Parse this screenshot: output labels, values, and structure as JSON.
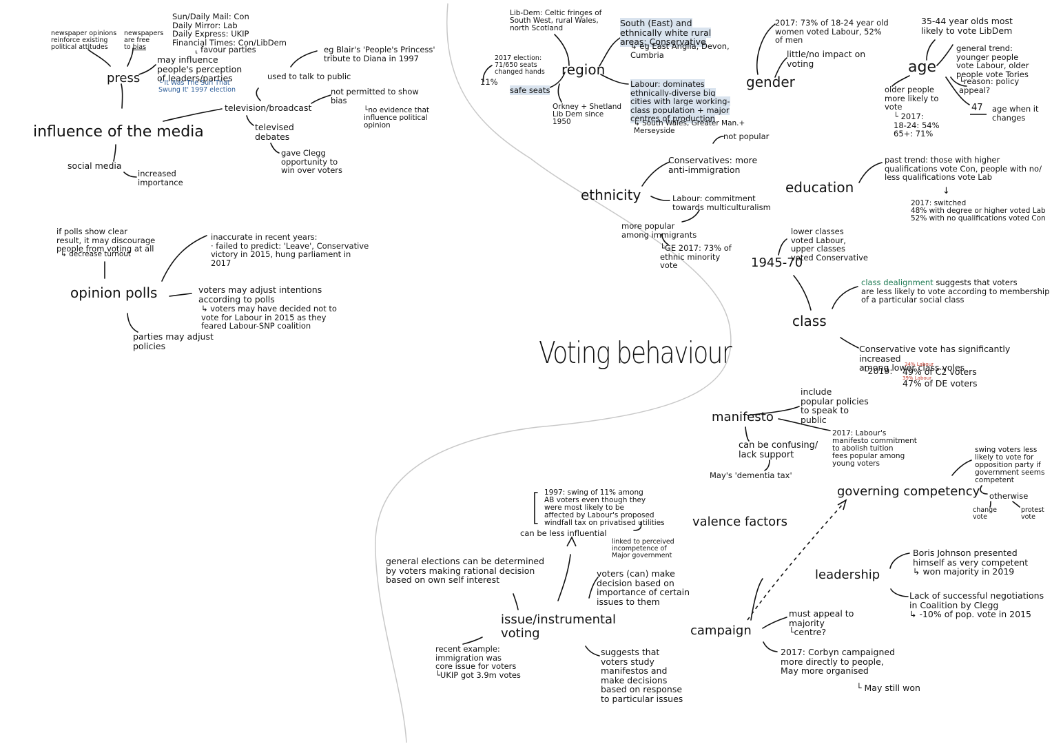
{
  "colors": {
    "ink": "#111111",
    "highlight": "#d9e3ee",
    "quote_blue": "#2f5f9a",
    "dealignment_green": "#1d7a52",
    "annotation_red": "#c0392b",
    "divider_grey": "#c8c8c8"
  },
  "title": "Voting behaviour",
  "media": {
    "heading": "influence of the media",
    "press": "press",
    "newspaper_opinions": "newspaper opinions\nreinforce existing\npolitical attitudes",
    "newspapers_free_1": "newspapers\nare free",
    "newspapers_free_2": "to",
    "newspapers_free_bias": "bias",
    "papers": "Sun/Daily Mail: Con\nDaily Mirror: Lab\nDaily Express: UKIP\nFinancial Times: Con/LibDem",
    "favour": "⸤ favour parties",
    "perception": "may influence\npeople's perception\nof leaders/parties",
    "sun_quote": "└'It Was The Sun That\n   Swung It' 1997 election",
    "television": "television/broadcast",
    "used_to_talk": "used to talk to public",
    "blair": "eg Blair's 'People's Princess'\n      tribute to Diana in 1997",
    "not_permitted": "not permitted to show\n                    bias",
    "no_evidence": "└no evidence that\n  influence political\n  opinion",
    "debates": "televised\ndebates",
    "clegg": "gave Clegg\nopportunity to\nwin over voters",
    "social_media": "social media",
    "increased": "increased\nimportance"
  },
  "polls": {
    "heading": "opinion polls",
    "discourage": "if polls show clear\nresult, it may discourage\npeople from voting at all",
    "turnout": "↳ decrease turnout",
    "inaccurate": "inaccurate in recent years:\n· failed to predict: 'Leave', Conservative\n  victory in 2015, hung parliament in\n  2017",
    "adjust": "voters may adjust intentions\n   according to polls",
    "snp": "↳ voters may have decided not to\n   vote for Labour in 2015 as they\n   feared Labour-SNP coalition",
    "parties_adjust": "parties may adjust\n    policies"
  },
  "region": {
    "heading": "region",
    "libdem": "Lib-Dem: Celtic fringes of\nSouth West, rural Wales,\nnorth Scotland",
    "south_east": "South (East) and\nethnically white rural\nareas: Conservative",
    "south_east_eg": "↳ eg East Anglia, Devon,\n    Cumbria",
    "seats_2017": "2017 election:\n71/650 seats\nchanged hands",
    "eleven_pct": "11%",
    "safe_seats": "safe seats",
    "orkney": "Orkney + Shetland\nLib Dem since\n1950",
    "labour": "Labour: dominates\nethnically-diverse big\ncities with large working-\nclass population + major\ncentres of production",
    "labour_eg": "↳ South Wales, Greater Man.+\n    Merseyside"
  },
  "gender": {
    "heading": "gender",
    "women": "2017: 73% of 18-24 year old\nwomen voted Labour, 52%\nof men",
    "little": "little/no impact on\n       voting"
  },
  "age": {
    "heading": "age",
    "libdem": "35-44 year olds most\nlikely to vote LibDem",
    "trend": "general trend:\nyounger people\nvote Labour, older\npeople vote Tories",
    "reason": "└reason: policy\n   appeal?",
    "older": "older people\nmore likely to\nvote",
    "stats": "└ 2017:\n  18-24: 54%\n  65+: 71%",
    "forty_seven": "47",
    "changes": "age when it\n   changes"
  },
  "ethnicity": {
    "heading": "ethnicity",
    "not_popular": "not popular",
    "conservatives": "Conservatives: more\n  anti-immigration",
    "labour": "Labour: commitment\ntowards multiculturalism",
    "more_popular": "more popular\namong immigrants",
    "ge2017": "└GE 2017: 73% of\n    ethnic minority\n          vote"
  },
  "education": {
    "heading": "education",
    "past": "past trend: those with higher\nqualifications vote Con, people with no/\nless qualifications vote Lab",
    "arrow": "↓",
    "switched": "2017: switched\n48% with degree or higher voted Lab\n52% with no qualifications voted Con"
  },
  "class": {
    "heading": "class",
    "period": "1945-70",
    "lower": "lower classes\nvoted Labour,\nupper classes\nvoted Conservative",
    "dealignment": "class dealignment",
    "dealignment_rest": " suggests that voters\nare less likely to vote according to membership\nof a particular social class",
    "conservative_increase": "Conservative vote has significantly increased\namong lower class voles",
    "y2019": "└2019:",
    "c2": "49% of C2 voters",
    "de": "47% of DE voters",
    "labour_c2": "34% Labour",
    "labour_de": "39% Labour"
  },
  "manifesto": {
    "heading": "manifesto",
    "include": "include\npopular policies\nto speak to\npublic",
    "tuition": "2017: Labour's\nmanifesto commitment\nto abolish tuition\nfees popular among\nyoung voters",
    "confusing": "can be confusing/\nlack support",
    "dementia": "May's 'dementia tax'"
  },
  "governing": {
    "heading": "governing competency",
    "swing": "swing voters less\nlikely to vote for\nopposition party if\ngovernment seems\ncompetent",
    "otherwise": "otherwise",
    "change": "change\nvote",
    "protest": "protest\nvote"
  },
  "valence": {
    "heading": "valence factors"
  },
  "leadership": {
    "heading": "leadership",
    "boris": "Boris Johnson presented\nhimself as very competent\n↳ won majority in 2019",
    "clegg": "Lack of successful negotiations\nin Coalition by Clegg\n↳ -10% of pop. vote in 2015"
  },
  "campaign": {
    "heading": "campaign",
    "appeal": "must appeal to\nmajority\n└centre?",
    "corbyn": "2017: Corbyn campaigned\nmore directly to people,\nMay more organised",
    "may_won": "└ May still won"
  },
  "issue": {
    "heading": "issue/instrumental\n      voting",
    "general": "general elections can be determined\nby voters making rational decision\nbased on own self interest",
    "swing_1997": "1997: swing of 11% among\nAB voters even though they\nwere most likely to be\naffected by Labour's proposed\nwindfall tax on privatised utilities",
    "less_influential": "can be less influential",
    "major": "linked to perceived\nincompetence of\nMajor government",
    "voters_make": "voters (can) make\ndecision based on\nimportance of certain\nissues to them",
    "recent": "recent example:\nimmigration was\ncore issue for voters\n└UKIP got 3.9m votes",
    "suggests": "suggests that\nvoters study\nmanifestos and\nmake decisions\nbased on response\nto particular issues"
  }
}
